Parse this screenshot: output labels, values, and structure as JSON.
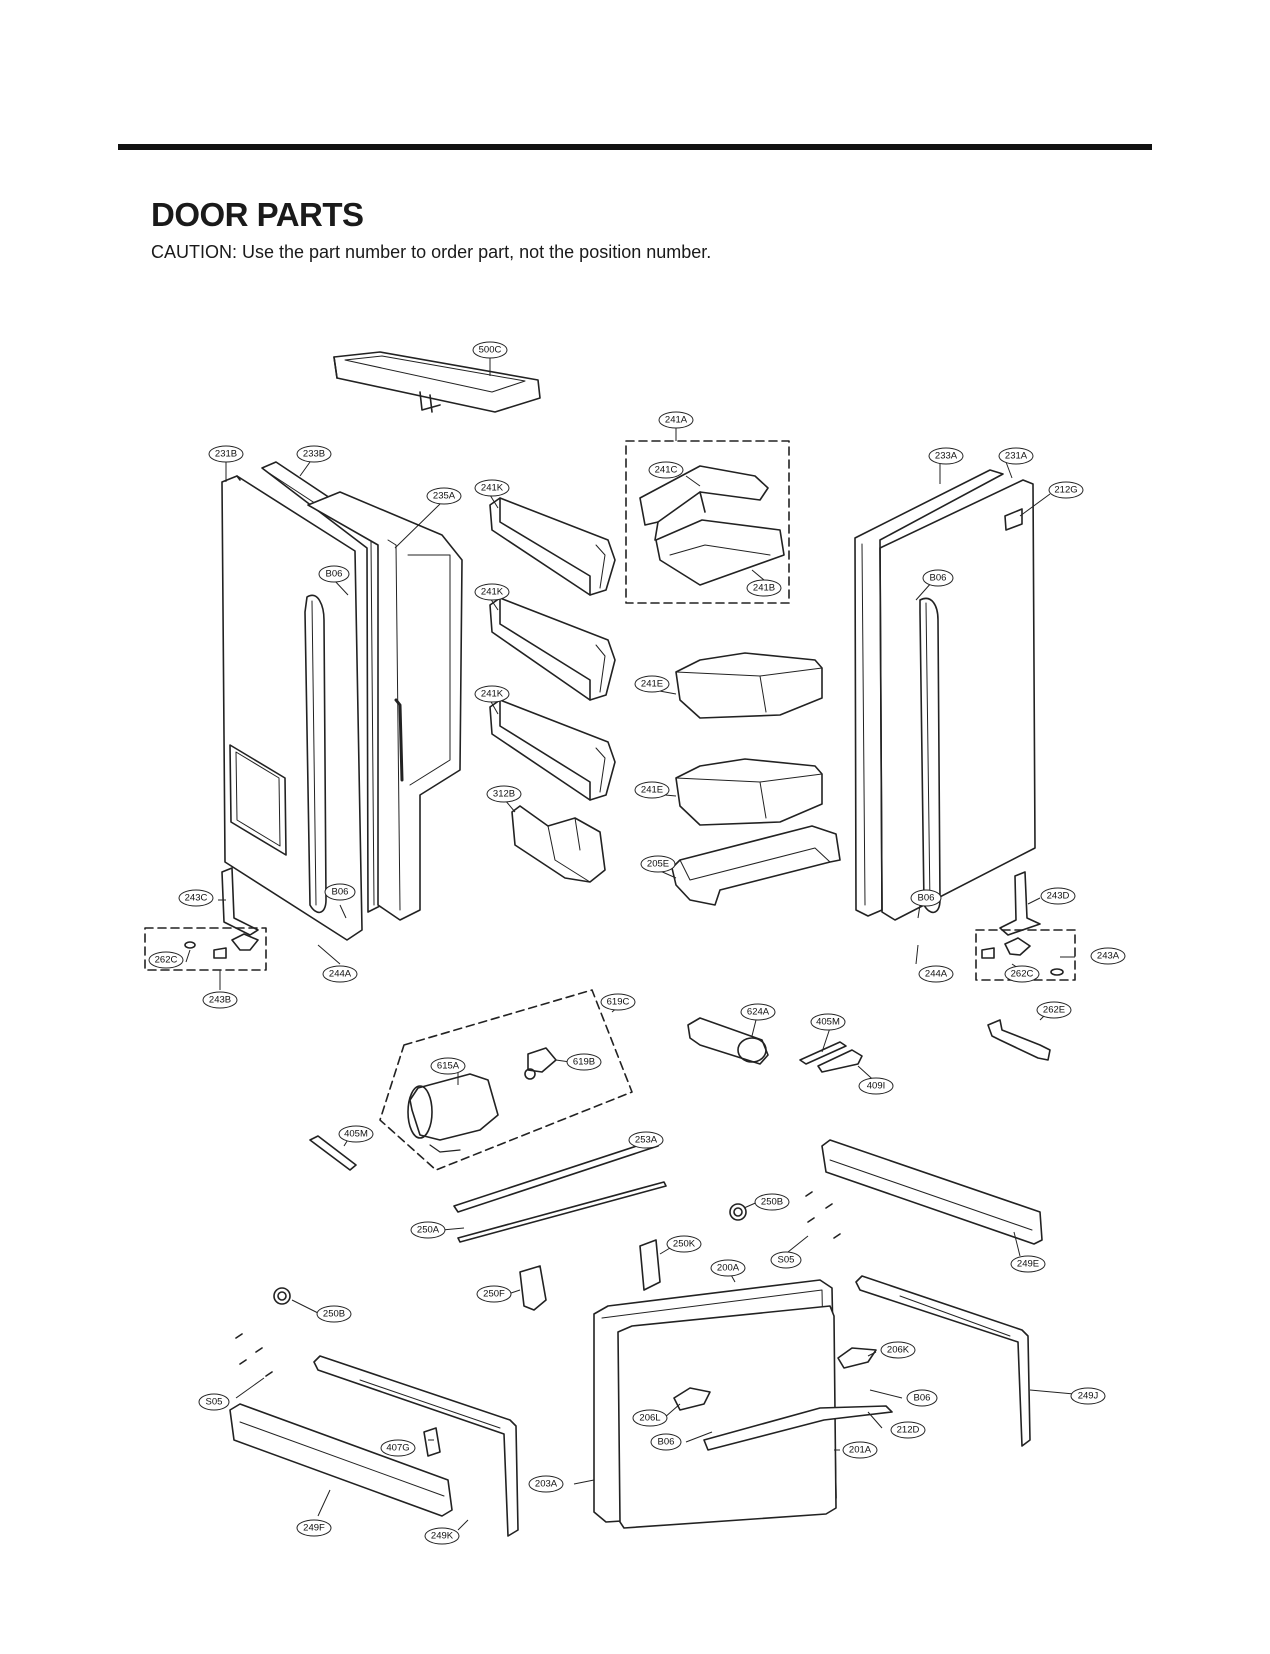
{
  "page": {
    "title": "DOOR PARTS",
    "caution": "CAUTION: Use the part number to order part, not the position number."
  },
  "callouts": [
    "500C",
    "241A",
    "231B",
    "233B",
    "241C",
    "233A",
    "231A",
    "212G",
    "235A",
    "241K",
    "241B",
    "B06",
    "241K",
    "B06",
    "241E",
    "241K",
    "241E",
    "312B",
    "205E",
    "243C",
    "B06",
    "B06",
    "243D",
    "243A",
    "262C",
    "244A",
    "244A",
    "262C",
    "243B",
    "619C",
    "624A",
    "405M",
    "262E",
    "615A",
    "619B",
    "409I",
    "405M",
    "253A",
    "250B",
    "250A",
    "250K",
    "S05",
    "249E",
    "200A",
    "250F",
    "250B",
    "206K",
    "B06",
    "249J",
    "S05",
    "206L",
    "212D",
    "B06",
    "407G",
    "201A",
    "203A",
    "249F",
    "249K"
  ]
}
